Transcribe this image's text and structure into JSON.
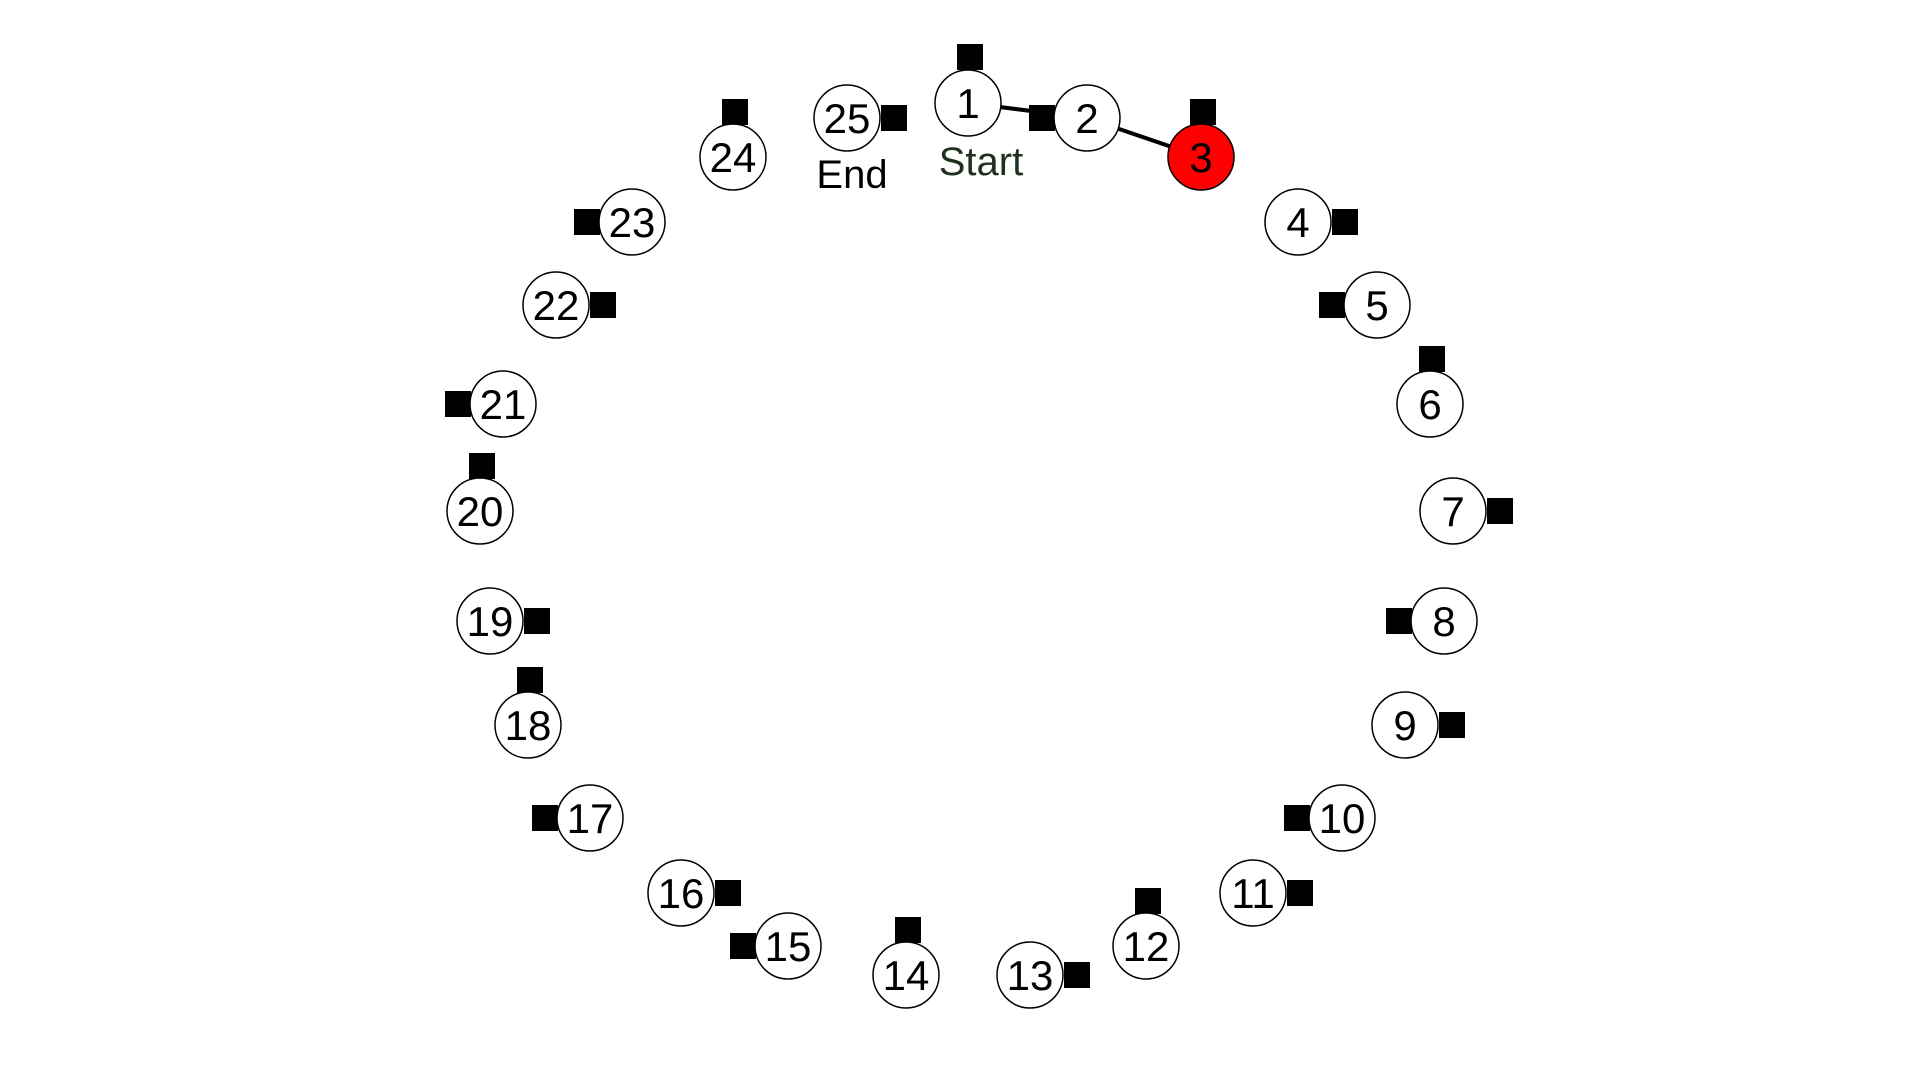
{
  "task": {
    "start_label": "Start",
    "end_label": "End",
    "start_color": "#1e301e",
    "end_color": "#000000"
  },
  "style": {
    "node_fill": "#ffffff",
    "node_stroke": "#000000",
    "highlight_fill": "#ff0000",
    "marker_fill": "#000000",
    "path_stroke": "#000000"
  },
  "current_node": 3,
  "visited_path": [
    1,
    2,
    3
  ],
  "nodes": [
    {
      "label": "1"
    },
    {
      "label": "2"
    },
    {
      "label": "3"
    },
    {
      "label": "4"
    },
    {
      "label": "5"
    },
    {
      "label": "6"
    },
    {
      "label": "7"
    },
    {
      "label": "8"
    },
    {
      "label": "9"
    },
    {
      "label": "10"
    },
    {
      "label": "11"
    },
    {
      "label": "12"
    },
    {
      "label": "13"
    },
    {
      "label": "14"
    },
    {
      "label": "15"
    },
    {
      "label": "16"
    },
    {
      "label": "17"
    },
    {
      "label": "18"
    },
    {
      "label": "19"
    },
    {
      "label": "20"
    },
    {
      "label": "21"
    },
    {
      "label": "22"
    },
    {
      "label": "23"
    },
    {
      "label": "24"
    },
    {
      "label": "25"
    }
  ]
}
